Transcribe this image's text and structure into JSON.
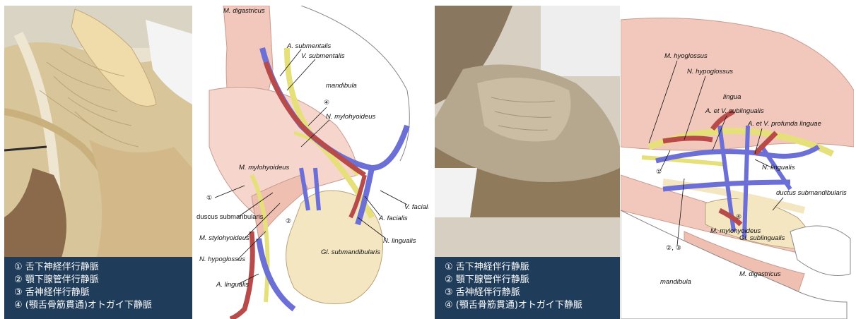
{
  "legend": {
    "items": [
      "① 舌下神経伴行静脈",
      "② 顎下腺管伴行静脈",
      "③ 舌神経伴行静脈",
      "④ (顎舌骨筋貫通)オトガイ下静脈"
    ]
  },
  "left_diagram": {
    "labels": {
      "m_digastricus": "M. digastricus",
      "a_submentalis": "A. submentalis",
      "v_submentalis": "V. submentalis",
      "mandibula": "mandibula",
      "circle4": "④",
      "n_mylohyoideus": "N. mylohyoideus",
      "m_mylohyoideus": "M. mylohyoideus",
      "circle1": "①",
      "duscus": "duscus submanbularis",
      "circle23": "②",
      "m_stylohyoideus": "M. stylohyoideus",
      "n_hypoglossus": "N. hypoglossus",
      "a_lingualis": "A. lingualis",
      "v_facialis": "V. facialis",
      "a_facialis": "A. facialis",
      "n_lingualis": "N. lingualis",
      "gl_submandibularis": "Gl. submandibularis"
    }
  },
  "right_diagram": {
    "labels": {
      "m_hyoglossus": "M. hyoglossus",
      "n_hypoglossus": "N. hypoglossus",
      "lingua": "lingua",
      "a_v_sublingualis": "A. et V. sublingualis",
      "a_v_profunda": "A. et V. profunda linguae",
      "circle1": "①",
      "n_lingualis": "N. lingualis",
      "ductus": "ductus submandibularis",
      "circle4": "④",
      "m_mylohyoideus": "M. mylohyoideus",
      "gl_sublingualis": "Gl. sublingualis",
      "circle23": "②, ③",
      "mandibula": "mandibula",
      "m_digastricus": "M. digastricus"
    }
  },
  "colors": {
    "artery": "#b84a4a",
    "vein": "#6b6fd6",
    "nerve": "#e6e07a",
    "muscle": "#f2c8bd",
    "gland": "#f5e6c2",
    "legend_bg": "#1f3c5a"
  }
}
